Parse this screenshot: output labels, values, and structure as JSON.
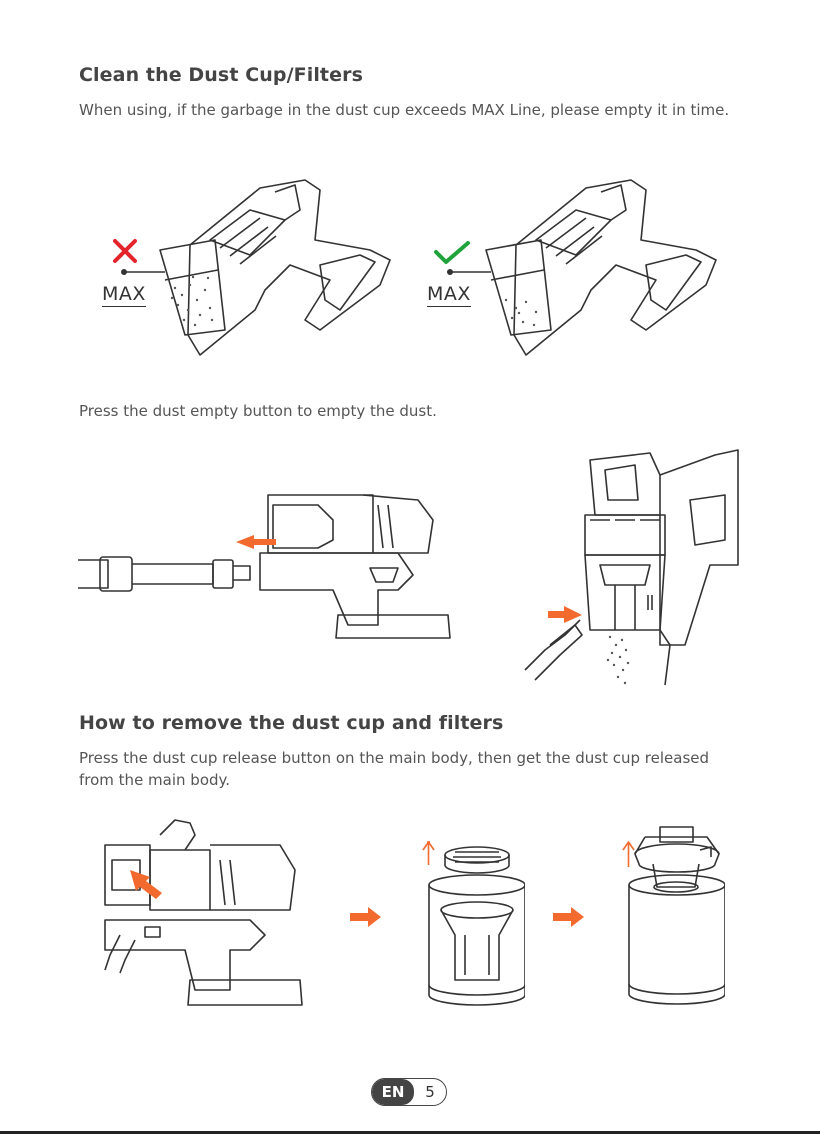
{
  "section1": {
    "title": "Clean the Dust Cup/Filters",
    "text": "When using, if the garbage in the dust cup exceeds MAX Line, please empty it in time.",
    "wrong_label": "MAX",
    "right_label": "MAX"
  },
  "section2": {
    "text": "Press the dust empty button to empty the dust."
  },
  "section3": {
    "title": "How to remove the dust cup and filters",
    "text": "Press the dust cup release button on the main body, then get the dust cup released from the main body."
  },
  "footer": {
    "lang": "EN",
    "page": "5"
  },
  "colors": {
    "wrong": "#e3242b",
    "right": "#1fa33a",
    "arrow": "#f26a2e",
    "line": "#333333"
  }
}
